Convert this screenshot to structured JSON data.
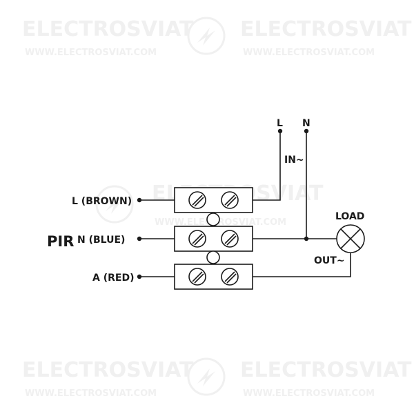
{
  "watermark": {
    "brand": "ELECTROSVIAT",
    "url": "WWW.ELECTROSVIAT.COM"
  },
  "diagram": {
    "device_label": "PIR",
    "wires": {
      "l_brown": "L (BROWN)",
      "n_blue": "N (BLUE)",
      "a_red": "A (RED)"
    },
    "supply": {
      "line": "L",
      "neutral": "N",
      "input": "IN~"
    },
    "load": {
      "label": "LOAD",
      "output": "OUT~"
    }
  },
  "colors": {
    "line": "#1a1a1a",
    "watermark": "#f0f0f0"
  }
}
